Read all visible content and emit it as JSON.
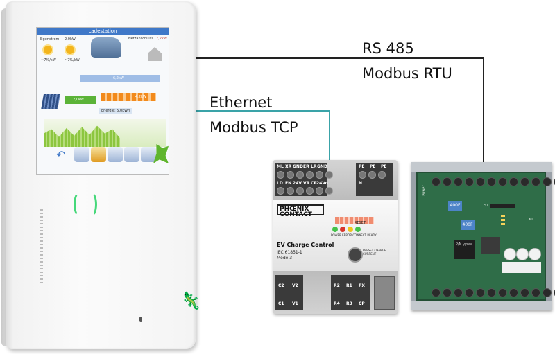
{
  "connections": {
    "rs485": {
      "line1": "RS 485",
      "line2": "Modbus RTU",
      "color": "#222222"
    },
    "ethernet": {
      "line1": "Ethernet",
      "line2": "Modbus TCP",
      "color": "#3aa3a8"
    }
  },
  "panel_screen": {
    "title": "Ladestation",
    "left_label": "Eigenstrom",
    "left_value": "2,0kW",
    "right_label": "Netzanschluss",
    "right_value": "7,2kW",
    "bar_top": "6,2kW",
    "bar_left": "2,0kW",
    "bar_right": "4,2kW",
    "temp1": "~7%/kW",
    "temp2": "~7%/kW",
    "energy_caption": "Energie: 5,0kWh"
  },
  "ev_charge_control": {
    "brand": "PHŒNIX CONTACT",
    "title": "EV Charge Control",
    "standard": "IEC 61851-1",
    "mode": "Mode 3",
    "reset": "RESET",
    "led_labels": "POWER  ERROR  CONNECT  READY",
    "dial_labels": "PRESET CHARGE CURRENT",
    "top_left_terms": [
      "ML",
      "XR",
      "GND",
      "ER",
      "LR",
      "GND"
    ],
    "top_left_terms2": [
      "LD",
      "EN",
      "24V",
      "VR",
      "CR",
      "24Vo"
    ],
    "top_right_terms": [
      "PE",
      "PE",
      "PE"
    ],
    "top_right_terms2": [
      "N"
    ],
    "bottom_left_terms": [
      "C2",
      "V2"
    ],
    "bottom_left_terms2": [
      "C1",
      "V1"
    ],
    "bottom_right_terms": [
      "R2",
      "R1",
      "PX"
    ],
    "bottom_right_terms2": [
      "R4",
      "R3",
      "CP"
    ],
    "led_colors": [
      "#44c24a",
      "#d9352b",
      "#f0c419",
      "#44c24a"
    ]
  },
  "io_module": {
    "cap1": "400F",
    "cap2": "400F",
    "silk_s1": "S1",
    "silk_x1": "X1",
    "chip_label": "P/N yyww",
    "label_left": "Power"
  }
}
